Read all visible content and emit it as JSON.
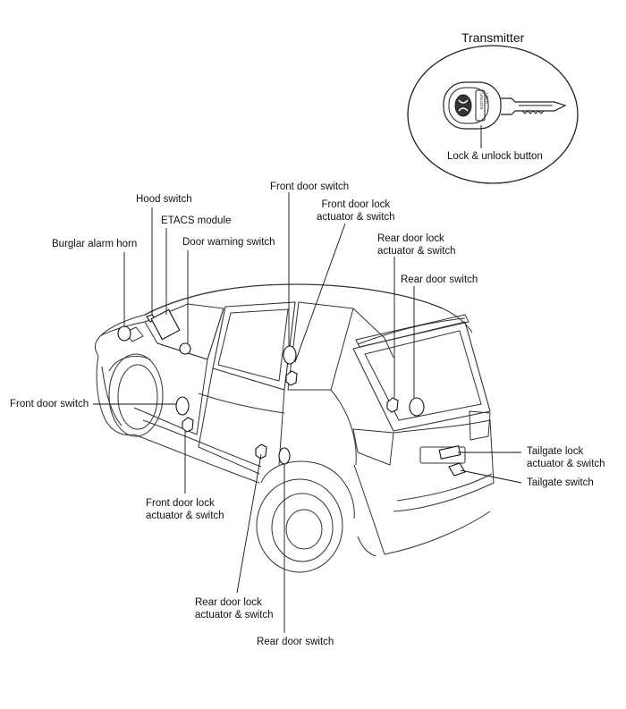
{
  "transmitter": {
    "title": "Transmitter",
    "button_label": "Lock & unlock button",
    "key_text_lock": "LOCK",
    "key_text_unlock": "UNLOCK"
  },
  "labels": {
    "hood_switch": "Hood switch",
    "etacs_module": "ETACS module",
    "burglar_alarm_horn": "Burglar alarm horn",
    "door_warning_switch": "Door warning switch",
    "front_door_switch_top": "Front door switch",
    "front_door_lock_top_1": "Front door lock",
    "front_door_lock_top_2": "actuator & switch",
    "rear_door_lock_top_1": "Rear door lock",
    "rear_door_lock_top_2": "actuator & switch",
    "rear_door_switch_top": "Rear door switch",
    "front_door_switch_left": "Front door switch",
    "front_door_lock_bottom_1": "Front door lock",
    "front_door_lock_bottom_2": "actuator & switch",
    "rear_door_lock_bottom_1": "Rear door lock",
    "rear_door_lock_bottom_2": "actuator & switch",
    "rear_door_switch_bottom": "Rear door switch",
    "tailgate_lock_1": "Tailgate lock",
    "tailgate_lock_2": "actuator & switch",
    "tailgate_switch": "Tailgate switch"
  }
}
